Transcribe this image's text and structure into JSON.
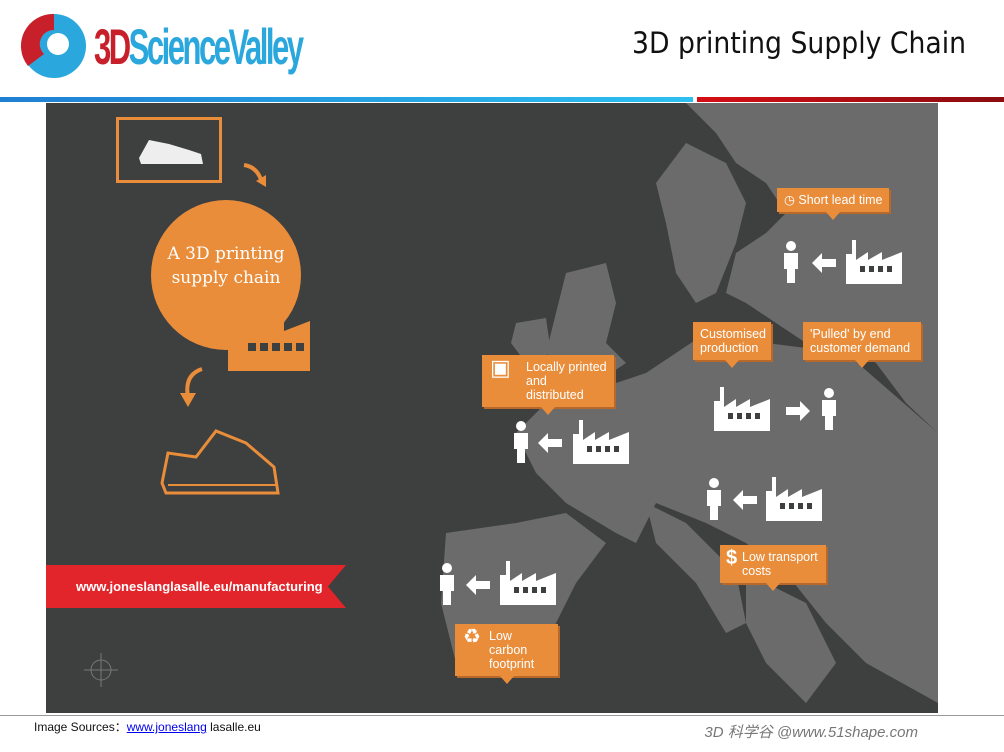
{
  "header": {
    "logo": "3DScienceValley",
    "title": "3D printing Supply Chain"
  },
  "infographic": {
    "circle_text": "A 3D printing supply chain",
    "banner": "www.joneslanglasalle.eu/manufacturing",
    "callouts": {
      "short_lead": "Short lead time",
      "customised": "Customised production",
      "pulled": "'Pulled' by end customer demand",
      "local": "Locally printed and distributed",
      "transport": "Low transport costs",
      "carbon": "Low carbon footprint"
    }
  },
  "footer": {
    "source_label": "Image Sources：",
    "source_link": "www.joneslang",
    "source_rest": " lasalle.eu",
    "watermark": "3D 科学谷 @www.51shape.com"
  },
  "colors": {
    "orange": "#e98d3b",
    "red": "#e2242b",
    "panel": "#3e3f3f",
    "map": "#6b6b6c"
  }
}
